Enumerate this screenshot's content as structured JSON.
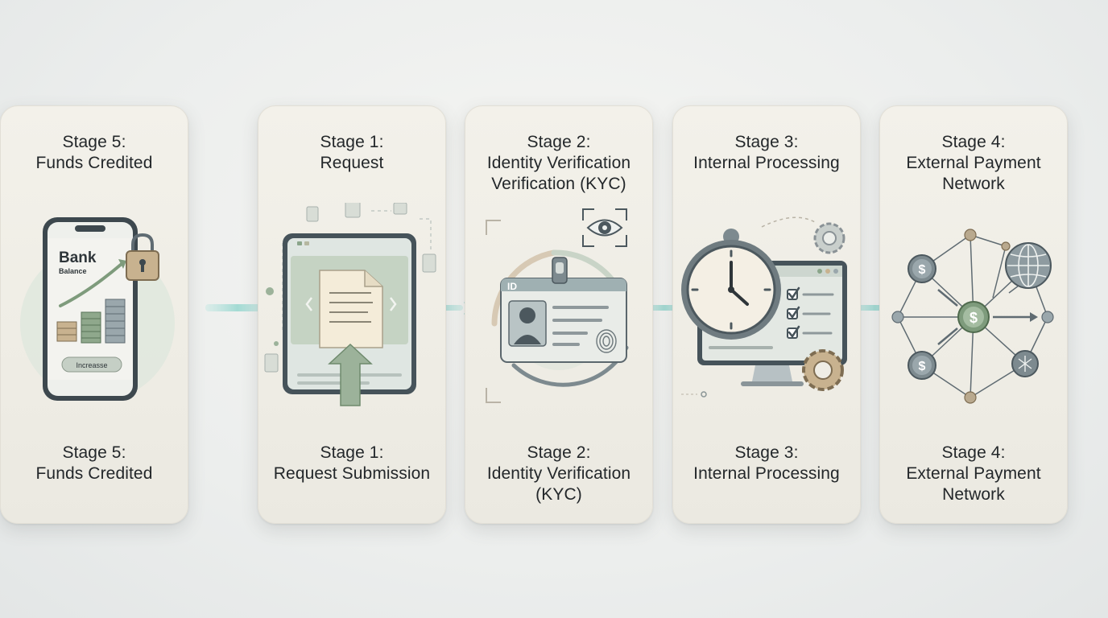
{
  "stages": [
    {
      "title": [
        "Stage 1:",
        "Request"
      ],
      "caption": [
        "Stage 1:",
        "Request Submission"
      ],
      "icon": "document-upload-tablet-icon"
    },
    {
      "title": [
        "Stage 2:",
        "Identity Verification",
        "Verification (KYC)"
      ],
      "caption": [
        "Stage 2:",
        "Identity Verification",
        "(KYC)"
      ],
      "icon": "id-card-scan-icon",
      "id_label": "ID"
    },
    {
      "title": [
        "Stage 3:",
        "Internal Processing"
      ],
      "caption": [
        "Stage 3:",
        "Internal Processing"
      ],
      "icon": "clock-computer-checklist-icon"
    },
    {
      "title": [
        "Stage 4:",
        "External Payment",
        "Network"
      ],
      "caption": [
        "Stage 4:",
        "External Payment",
        "Network"
      ],
      "icon": "payment-network-icon",
      "currency_symbol": "$"
    },
    {
      "title": [
        "Stage 5:",
        "Funds Credited"
      ],
      "caption": [
        "Stage 5:",
        "Funds Credited"
      ],
      "icon": "phone-bank-balance-icon",
      "phone_heading": "Bank",
      "phone_subheading": "Balance",
      "phone_button": "Increasse"
    }
  ],
  "colors": {
    "card_bg": "#efede5",
    "sage": "#8fa88c",
    "slate": "#5f6b72",
    "connector": "#a9dcd6"
  }
}
